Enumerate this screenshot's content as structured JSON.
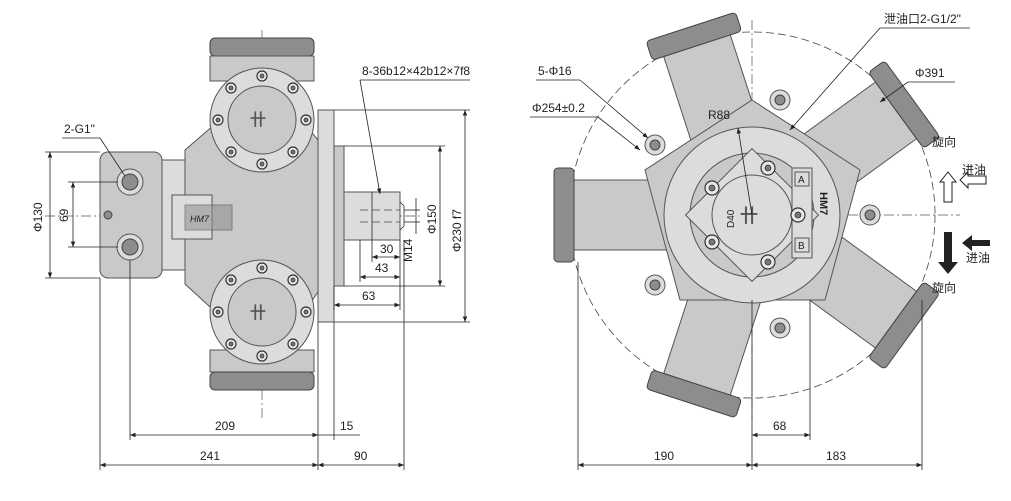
{
  "left_view": {
    "labels": {
      "port_in": "2-G1\"",
      "spline": "8-36b12×42b12×7f8",
      "dia130": "Φ130",
      "dim69": "69",
      "dia150": "Φ150",
      "dia230": "Φ230 f7",
      "m14": "M14",
      "dim30": "30",
      "dim43": "43",
      "dim63": "63",
      "dim209": "209",
      "dim15": "15",
      "dim241": "241",
      "dim90": "90"
    }
  },
  "right_view": {
    "labels": {
      "drain": "泄油口2-G1/2\"",
      "holes": "5-Φ16",
      "pcd": "Φ254±0.2",
      "dia391": "Φ391",
      "r88": "R88",
      "d40": "D40",
      "rot1": "旋向",
      "in1": "进油",
      "in2": "进油",
      "rot2": "旋向",
      "dim68": "68",
      "dim190": "190",
      "dim183": "183",
      "port_a": "A",
      "port_b": "B",
      "brand_mark": "HM7"
    }
  }
}
